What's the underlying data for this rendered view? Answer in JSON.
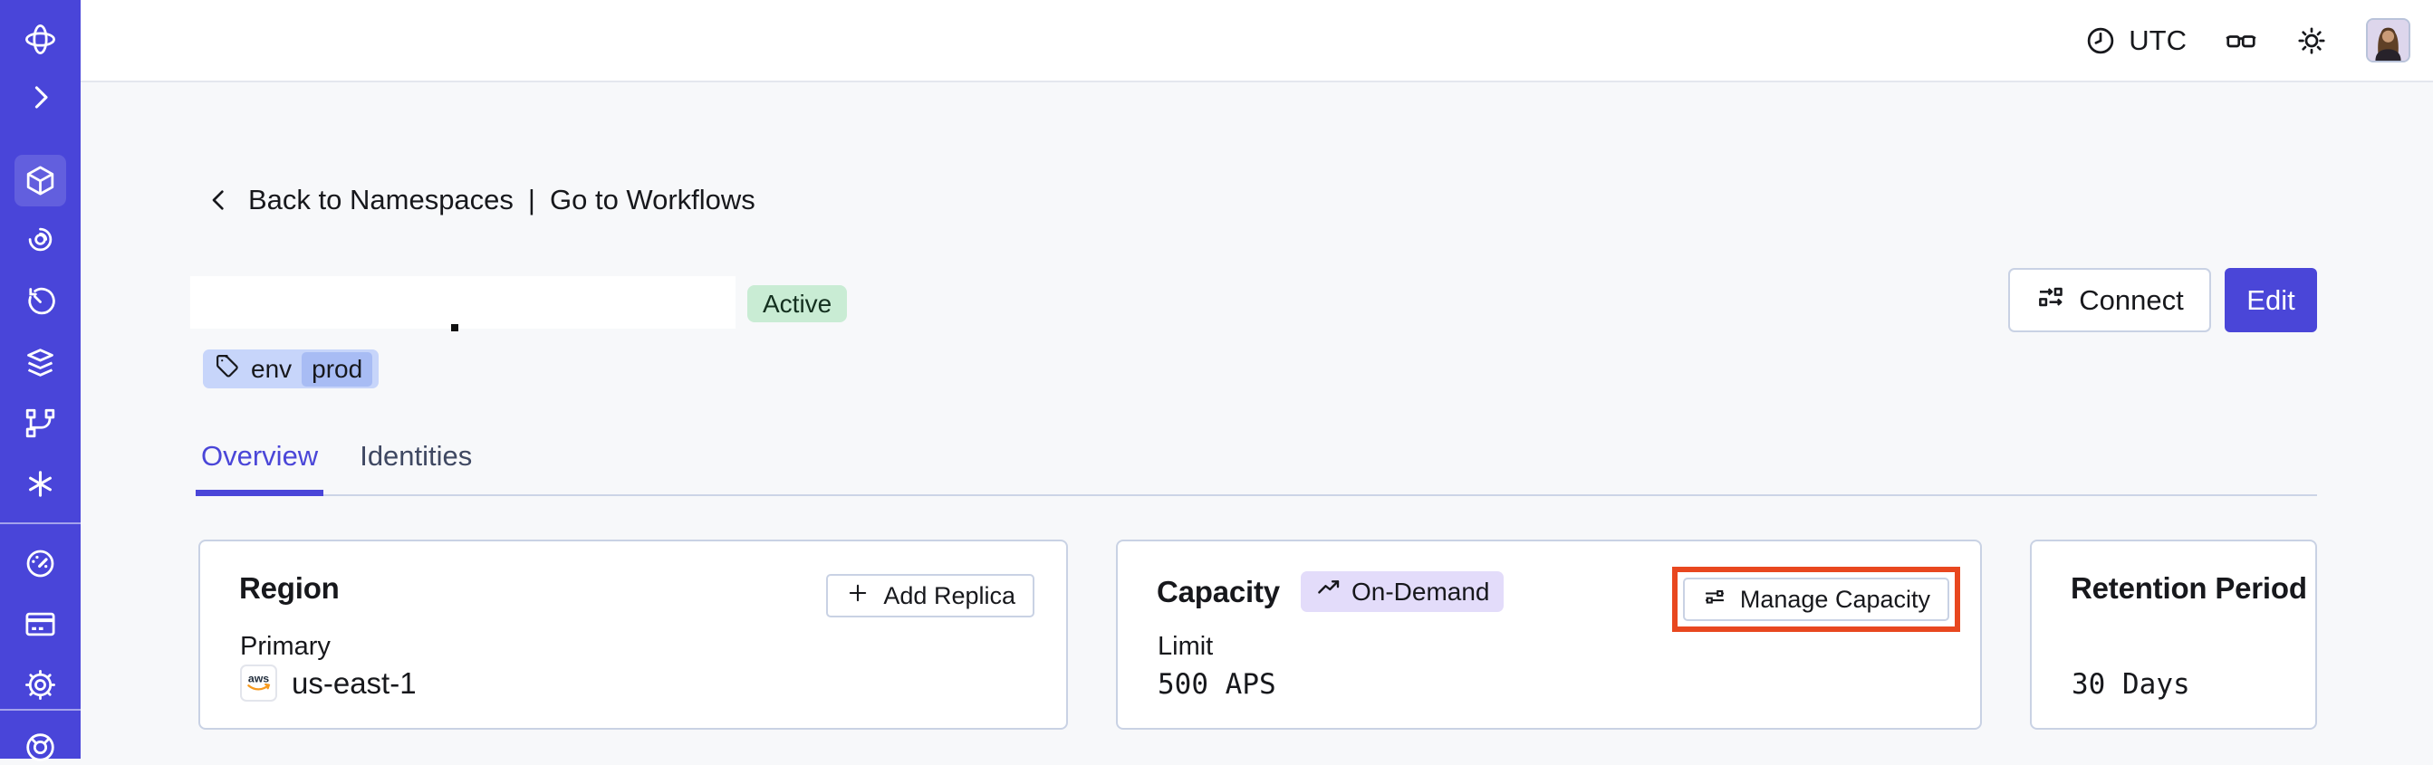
{
  "topbar": {
    "timezone": "UTC"
  },
  "nav": {
    "back_label": "Back to Namespaces",
    "separator": "|",
    "workflows_label": "Go to Workflows"
  },
  "header": {
    "status": "Active",
    "tag_key": "env",
    "tag_value": "prod",
    "connect_label": "Connect",
    "edit_label": "Edit"
  },
  "tabs": {
    "overview": "Overview",
    "identities": "Identities"
  },
  "cards": {
    "region": {
      "title": "Region",
      "action_label": "Add Replica",
      "field_label": "Primary",
      "provider_badge": "aws",
      "value": "us-east-1"
    },
    "capacity": {
      "title": "Capacity",
      "badge": "On-Demand",
      "action_label": "Manage Capacity",
      "field_label": "Limit",
      "value": "500 APS"
    },
    "retention": {
      "title": "Retention Period",
      "value": "30 Days"
    }
  },
  "sidebar": {
    "items": [
      "temporal-logo-icon",
      "expand-chevron-icon",
      "namespaces-cube-icon (active)",
      "workflows-vortex-icon",
      "schedules-clock-icon",
      "stacks-layers-icon",
      "deployments-branch-icon",
      "nexus-asterisk-icon",
      "usage-gauge-icon",
      "billing-card-icon",
      "settings-gear-icon",
      "support-ring-icon (partial)"
    ]
  },
  "icons": {
    "topbar": [
      "clock-icon",
      "glasses-icon",
      "sun-icon",
      "avatar"
    ],
    "misc": [
      "back-chevron-icon",
      "tag-icon",
      "connect-icon",
      "plus-icon",
      "trending-up-icon",
      "sliders-icon",
      "aws-logo-icon"
    ]
  },
  "colors": {
    "page-bg": "#f7f8fa",
    "sidebar-bg": "#4945d9",
    "accent": "#4a46d8",
    "card-border": "#c9d2e4",
    "topbar-border": "#e4e7ee",
    "active-badge-bg": "#c9ecd4",
    "tag-bg": "#c7d5fa",
    "tag-value-bg": "#a8bcf4",
    "ondemand-badge-bg": "#e3dcfa",
    "annotation-red": "#e8471f",
    "aws-orange": "#f79a1e",
    "text": "#17181c",
    "tab-inactive": "#3f4862",
    "tab-border": "#ccd4e6"
  }
}
